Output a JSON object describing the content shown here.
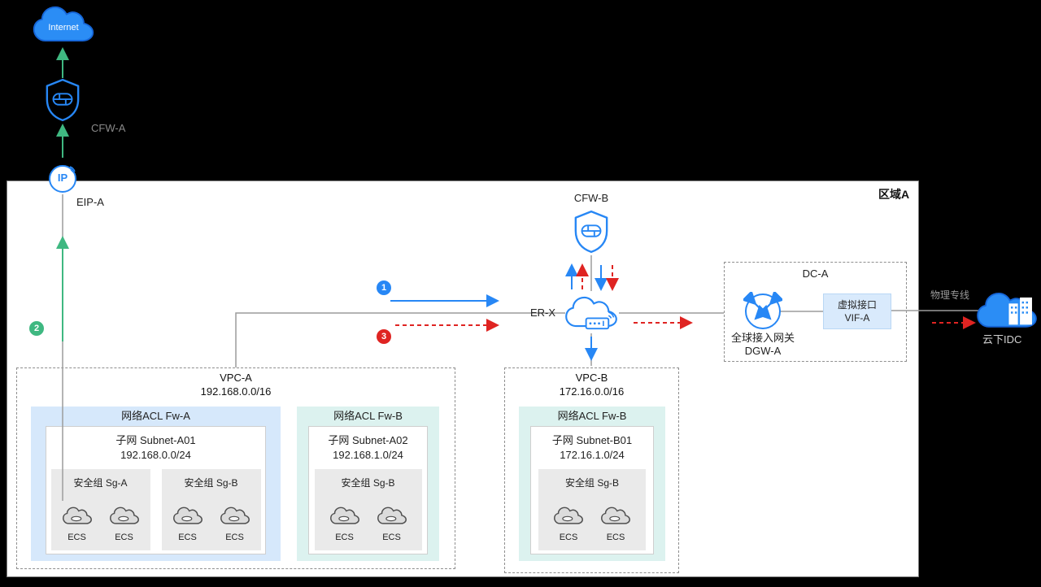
{
  "region_label": "区域A",
  "internet_label": "Internet",
  "cfw_a_label": "CFW-A",
  "eip_icon_text": "IP",
  "eip_label": "EIP-A",
  "cfw_b_label": "CFW-B",
  "er_label": "ER-X",
  "badge1": "1",
  "badge2": "2",
  "badge3": "3",
  "dc_label": "DC-A",
  "dgw_label_line1": "全球接入网关",
  "dgw_label_line2": "DGW-A",
  "vif_line1": "虚拟接口",
  "vif_line2": "VIF-A",
  "physical_line_label": "物理专线",
  "idc_label": "云下IDC",
  "vpc_a": {
    "title": "VPC-A",
    "cidr": "192.168.0.0/16",
    "acl1": {
      "label": "网络ACL Fw-A",
      "subnet_name": "子网 Subnet-A01",
      "subnet_cidr": "192.168.0.0/24",
      "sg1": {
        "label": "安全组 Sg-A",
        "ecs1": "ECS",
        "ecs2": "ECS"
      },
      "sg2": {
        "label": "安全组 Sg-B",
        "ecs1": "ECS",
        "ecs2": "ECS"
      }
    },
    "acl2": {
      "label": "网络ACL Fw-B",
      "subnet_name": "子网 Subnet-A02",
      "subnet_cidr": "192.168.1.0/24",
      "sg1": {
        "label": "安全组 Sg-B",
        "ecs1": "ECS",
        "ecs2": "ECS"
      }
    }
  },
  "vpc_b": {
    "title": "VPC-B",
    "cidr": "172.16.0.0/16",
    "acl1": {
      "label": "网络ACL Fw-B",
      "subnet_name": "子网 Subnet-B01",
      "subnet_cidr": "172.16.1.0/24",
      "sg1": {
        "label": "安全组 Sg-B",
        "ecs1": "ECS",
        "ecs2": "ECS"
      }
    }
  },
  "colors": {
    "blue": "#2787f5",
    "green": "#3fb881",
    "red": "#df2422",
    "gray_line": "#9c9c9c",
    "acl_a_bg": "#d6e8fb",
    "acl_b_bg": "#dcf2ef",
    "sg_bg": "#eaeaea",
    "vif_bg": "#d9eafc",
    "internet_fill": "#2b8df5"
  }
}
